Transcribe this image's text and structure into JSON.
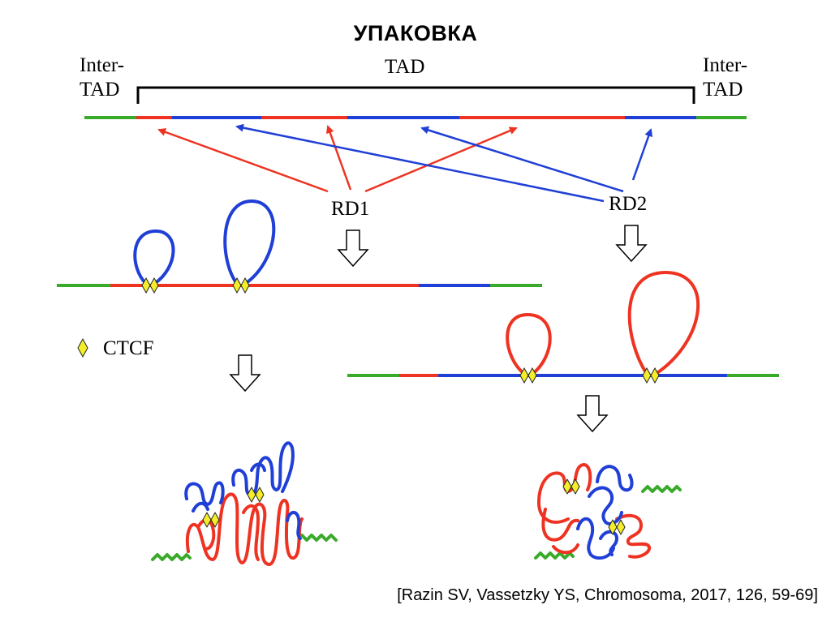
{
  "title": "УПАКОВКА",
  "labels": {
    "inter_tad_left_1": "Inter-",
    "inter_tad_left_2": "TAD",
    "tad": "TAD",
    "inter_tad_right_1": "Inter-",
    "inter_tad_right_2": "TAD",
    "rd1": "RD1",
    "rd2": "RD2",
    "legend_ctcf": "CTCF"
  },
  "citation": "[Razin SV, Vassetzky YS, Chromosoma, 2017, 126, 59-69]",
  "colors": {
    "red": "#ee3322",
    "blue": "#1f3fd6",
    "green": "#3aaa2a",
    "ctcf_fill": "#f4ee2a",
    "arrow_outline": "#000000"
  }
}
